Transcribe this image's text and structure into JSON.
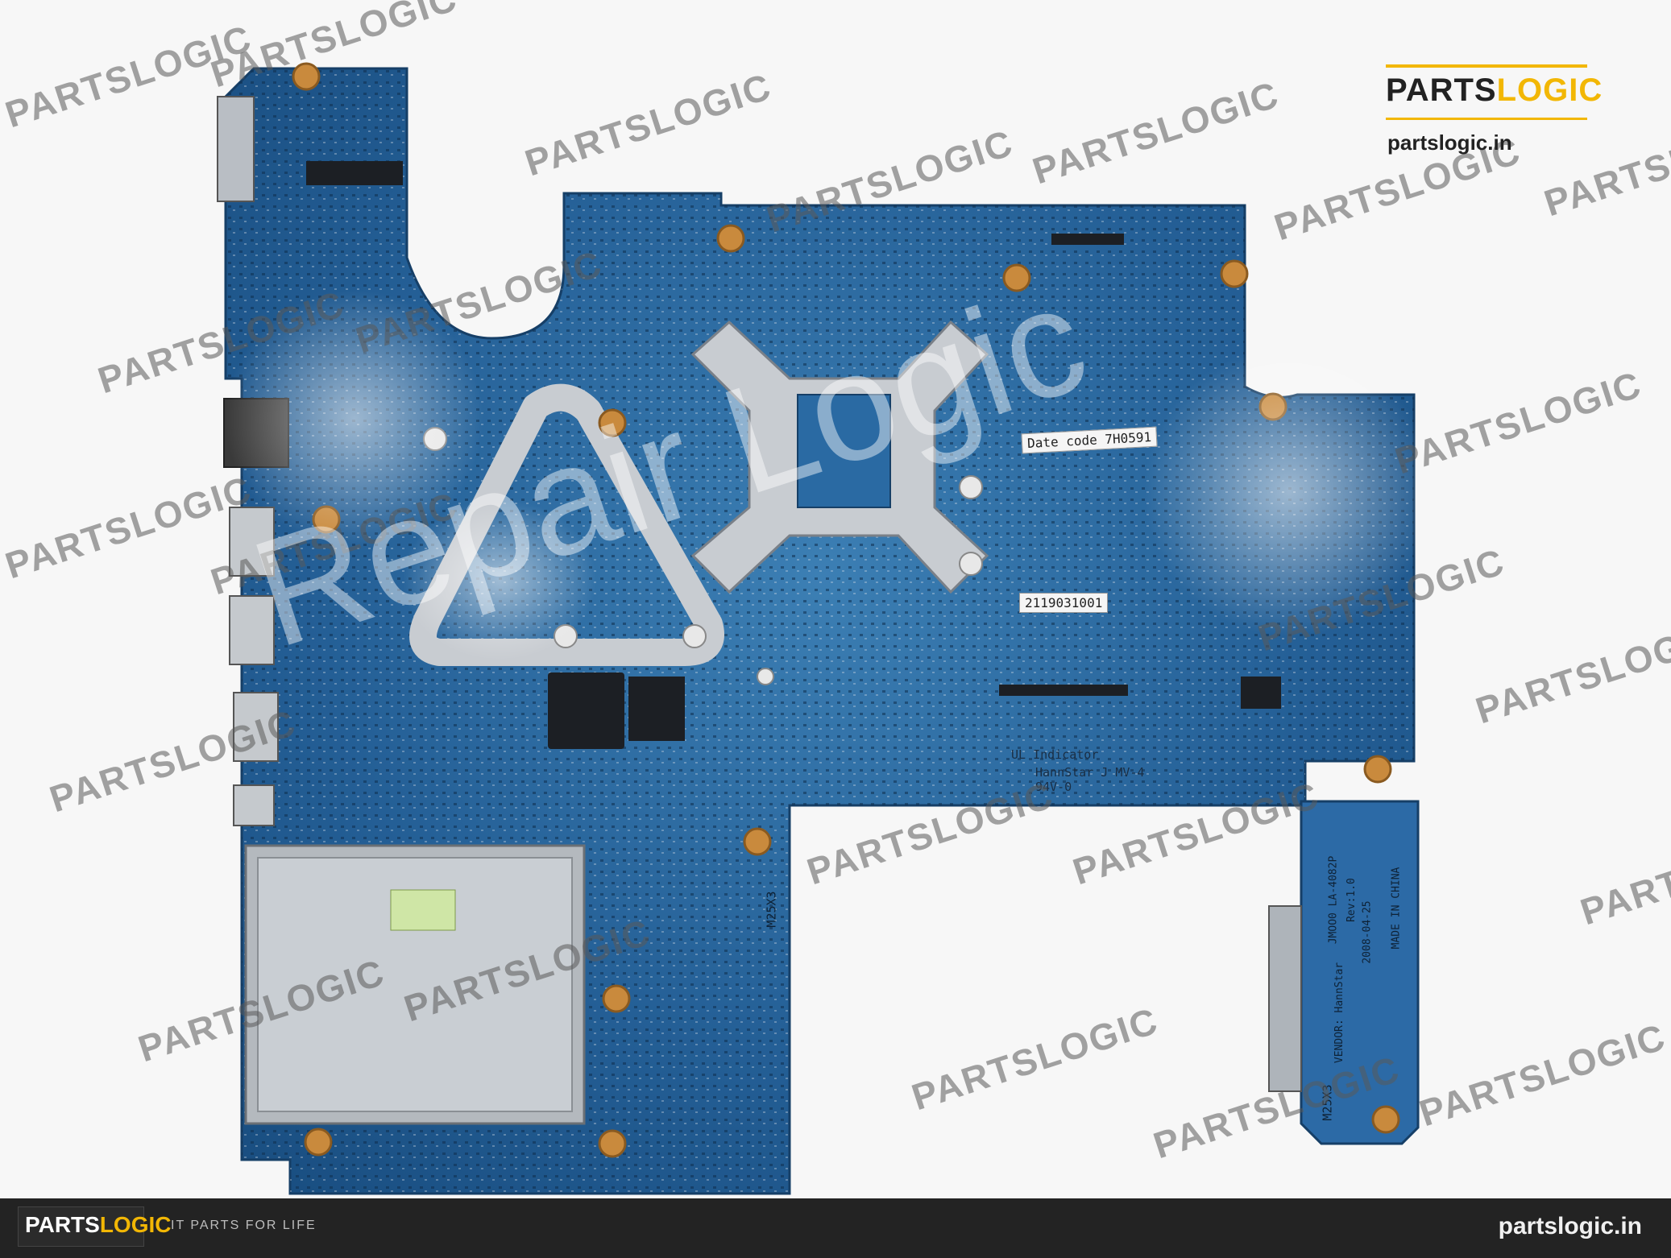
{
  "brand": {
    "logo_part1": "PARTS",
    "logo_part2": "LOGIC",
    "url": "partslogic.in",
    "footer_logo_part1": "PARTS",
    "footer_logo_part2": "LOGIC",
    "footer_tagline": "IT PARTS FOR LIFE",
    "footer_url": "partslogic.in",
    "accent_color": "#f2b705",
    "footer_color": "#232323"
  },
  "watermark": {
    "text": "PARTSLOGIC",
    "overlay_text": "Repair Logic"
  },
  "board": {
    "pcb_color": "#1f5c93",
    "heatsink_color": "#c8ccd1",
    "labels": {
      "date_code": "Date code 7H0591",
      "serial": "2119031001",
      "ul_indicator": "UL Indicator",
      "hannstar": "HannStar J MV-4",
      "rating": "94V-0",
      "screw_marks": [
        "M25X3",
        "M25X3"
      ],
      "daughterboard_model": "JMOO0 LA-4082P",
      "daughterboard_rev": "Rev:1.0",
      "daughterboard_date": "2008-04-25",
      "made_in": "MADE IN CHINA",
      "vendor": "VENDOR: HannStar"
    }
  }
}
